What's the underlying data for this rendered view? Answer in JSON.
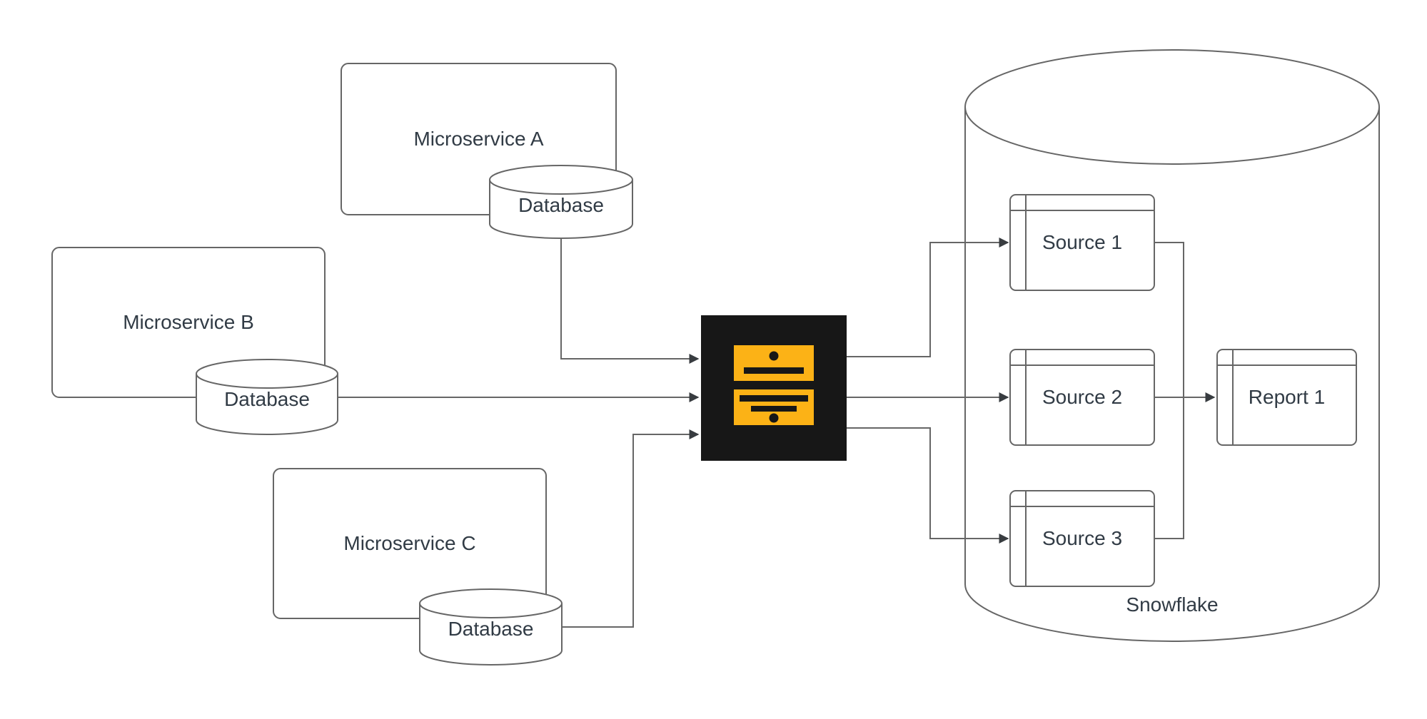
{
  "nodes": {
    "microservice_a": "Microservice A",
    "database_a": "Database",
    "microservice_b": "Microservice B",
    "database_b": "Database",
    "microservice_c": "Microservice C",
    "database_c": "Database",
    "source_1": "Source 1",
    "source_2": "Source 2",
    "source_3": "Source 3",
    "report_1": "Report 1",
    "warehouse": "Snowflake"
  },
  "icons": {
    "etl": "etl-logo-icon"
  },
  "edges": [
    {
      "from": "database_a",
      "to": "etl"
    },
    {
      "from": "database_b",
      "to": "etl"
    },
    {
      "from": "database_c",
      "to": "etl"
    },
    {
      "from": "etl",
      "to": "source_1"
    },
    {
      "from": "etl",
      "to": "source_2"
    },
    {
      "from": "etl",
      "to": "source_3"
    },
    {
      "from": "source_1",
      "to": "report_1"
    },
    {
      "from": "source_2",
      "to": "report_1"
    },
    {
      "from": "source_3",
      "to": "report_1"
    }
  ],
  "colors": {
    "canvas": "#ffffff",
    "node_border": "#666666",
    "node_fill": "#ffffff",
    "label": "#313b45",
    "connector": "#666666",
    "arrowhead": "#383c40",
    "etl_box": "#171717",
    "etl_accent": "#fcb216"
  }
}
